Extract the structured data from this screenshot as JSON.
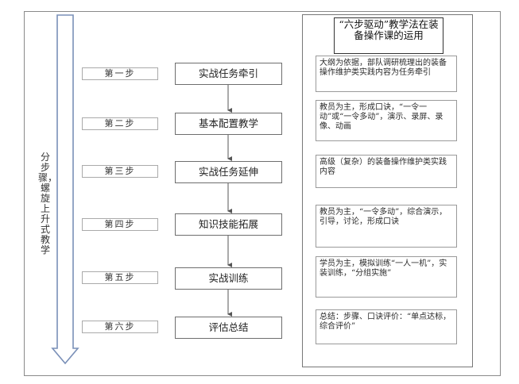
{
  "side_label": "分步骤，螺旋上升式教学",
  "panel_title": "“六步驱动”教学法在装备操作课的运用",
  "steps": [
    {
      "label": "第一步",
      "task": "实战任务牵引",
      "desc": "大纲为依据，部队调研梳理出的装备操作维护类实践内容为任务牵引"
    },
    {
      "label": "第二步",
      "task": "基本配置教学",
      "desc": "教员为主，形成口诀，“一令一动”或“一令多动”，演示、录屏、录像、动画"
    },
    {
      "label": "第三步",
      "task": "实战任务延伸",
      "desc": "高级（复杂）的装备操作维护类实践内容"
    },
    {
      "label": "第四步",
      "task": "知识技能拓展",
      "desc": "教员为主，“一令多动”，综合演示，引导，讨论，形成口诀"
    },
    {
      "label": "第五步",
      "task": "实战训练",
      "desc": "学员为主，模拟训练“一人一机”，实装训练，“分组实施”"
    },
    {
      "label": "第六步",
      "task": "评估总结",
      "desc": "总结：步骤、口诀评价：“单点达标，综合评价”"
    }
  ]
}
